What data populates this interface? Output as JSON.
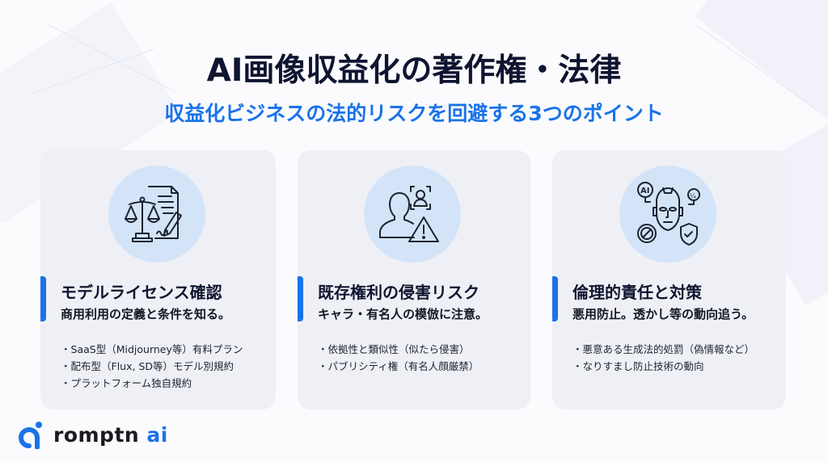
{
  "header": {
    "title": "AI画像収益化の著作権・法律",
    "subtitle": "収益化ビジネスの法的リスクを回避する3つのポイント"
  },
  "colors": {
    "accent": "#1a73e8",
    "title": "#0f1530",
    "card_bg": "#eff0f5",
    "icon_circle": "#d3e4f8"
  },
  "cards": [
    {
      "icon": "scales-contract-icon",
      "heading": "モデルライセンス確認",
      "sub": "商用利用の定義と条件を知る。",
      "items": [
        "SaaS型（Midjourney等）有料プラン",
        "配布型（Flux, SD等）モデル別規約",
        "プラットフォーム独自規約"
      ]
    },
    {
      "icon": "person-warning-icon",
      "heading": "既存権利の侵害リスク",
      "sub": "キャラ・有名人の模倣に注意。",
      "items": [
        "依拠性と類似性（似たら侵害）",
        "パブリシティ権（有名人顔厳禁）"
      ]
    },
    {
      "icon": "ai-ethics-robot-icon",
      "heading": "倫理的責任と対策",
      "sub": "悪用防止。透かし等の動向追う。",
      "items": [
        "悪意ある生成法的処罰（偽情報など）",
        "なりすまし防止技術の動向"
      ]
    }
  ],
  "logo": {
    "text_main": "romptn",
    "text_accent": " ai"
  }
}
